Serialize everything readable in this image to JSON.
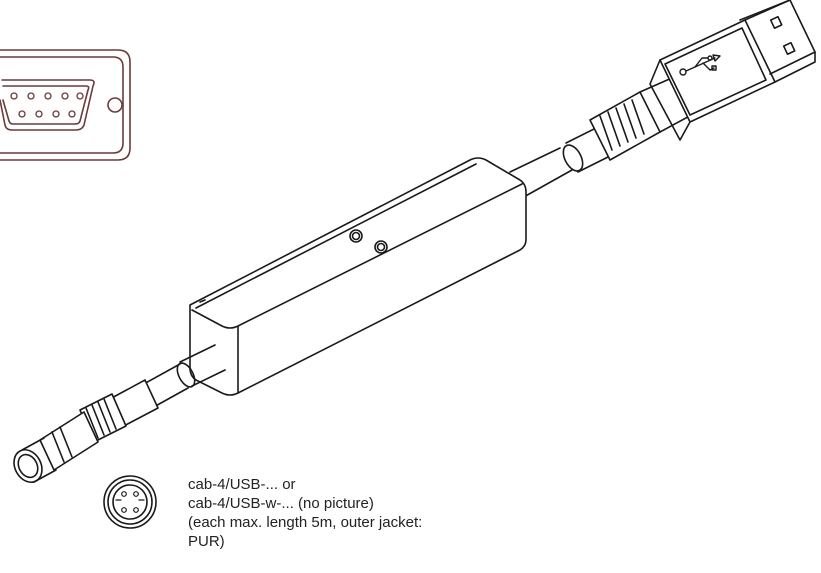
{
  "caption": {
    "line1": "cab-4/USB-... or",
    "line2": "cab-4/USB-w-... (no picture)",
    "line3": "(each max. length 5m, outer jacket:",
    "line4": "PUR)"
  },
  "colors": {
    "stroke": "#1a1a1a",
    "dsub_stroke": "#6b3a3a",
    "fill": "#ffffff"
  }
}
